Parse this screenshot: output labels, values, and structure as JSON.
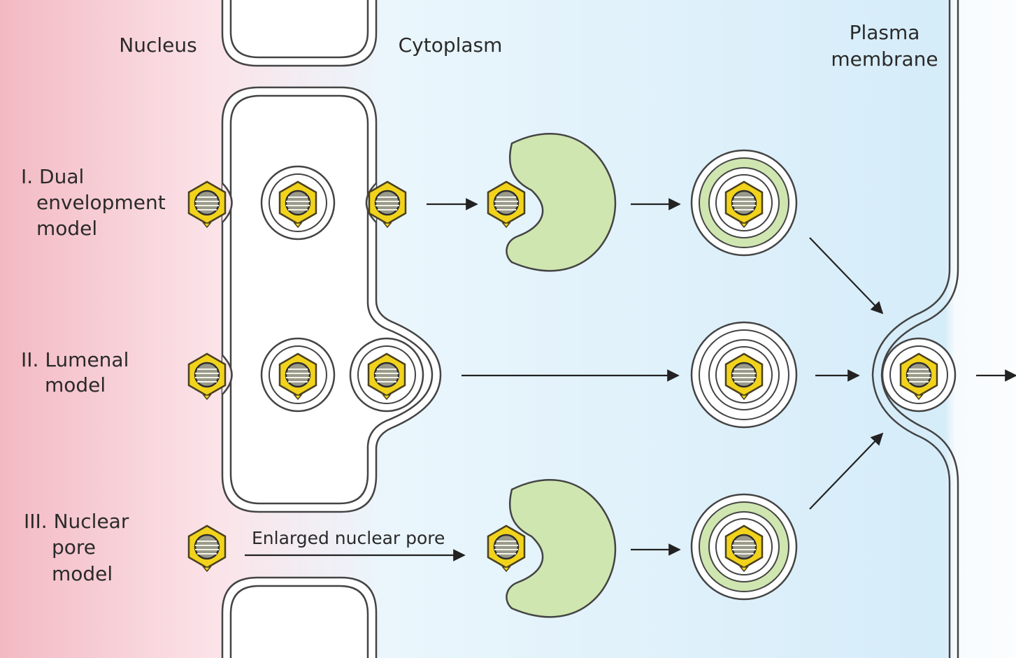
{
  "regions": {
    "nucleus": "Nucleus",
    "cytoplasm": "Cytoplasm",
    "plasma_membrane": [
      "Plasma",
      "membrane"
    ]
  },
  "models": {
    "dual": [
      "I. Dual",
      "envelopment",
      "model"
    ],
    "lumenal": [
      "II. Lumenal",
      "model"
    ],
    "pore": [
      "III. Nuclear",
      "pore",
      "model"
    ]
  },
  "pore_label": "Enlarged nuclear pore",
  "colors": {
    "nucleus_bg": "#f5c6cf",
    "cytoplasm_bg": "#d9eef9",
    "capsid_fill": "#f2d31c",
    "capsid_stroke": "#4a4020",
    "golgi_fill": "#cfe6b0",
    "membrane": "#444444"
  }
}
